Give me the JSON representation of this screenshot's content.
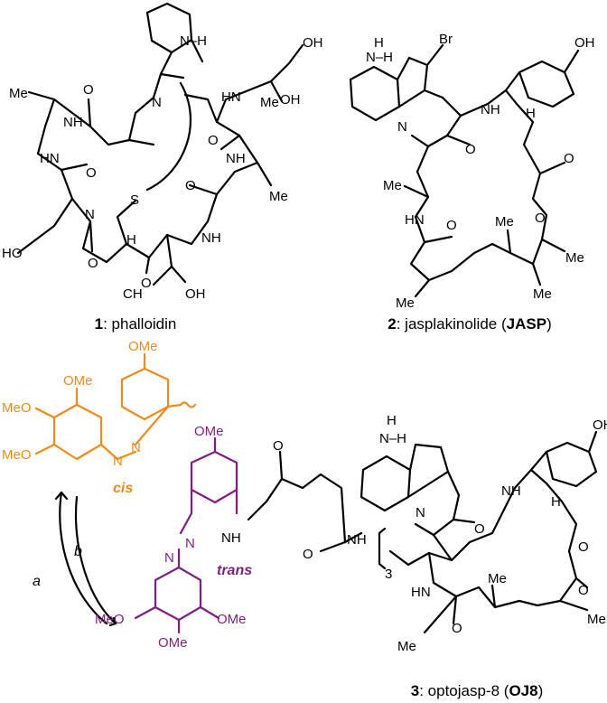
{
  "compounds": [
    {
      "number": "1",
      "name": "phalloidin"
    },
    {
      "number": "2",
      "name": "jasplakinolide",
      "abbreviation": "JASP"
    },
    {
      "number": "3",
      "name": "optojasp-8",
      "abbreviation": "OJ8"
    }
  ],
  "isomers": {
    "cis": "cis",
    "trans": "trans"
  },
  "arrows": {
    "forward": "a",
    "reverse": "b"
  },
  "atom_labels": {
    "me": "Me",
    "ome": "OMe",
    "meo": "MeO",
    "oh": "OH",
    "ho": "HO",
    "nh": "NH",
    "hn": "HN",
    "n": "N",
    "h": "H",
    "o": "O",
    "s": "S",
    "br": "Br",
    "nh_indole": "N–H",
    "ch3": "CH",
    "three": "3"
  },
  "colors": {
    "bond": "#000000",
    "trans_isomer": "#7f1f7f",
    "cis_isomer": "#f08a18"
  }
}
